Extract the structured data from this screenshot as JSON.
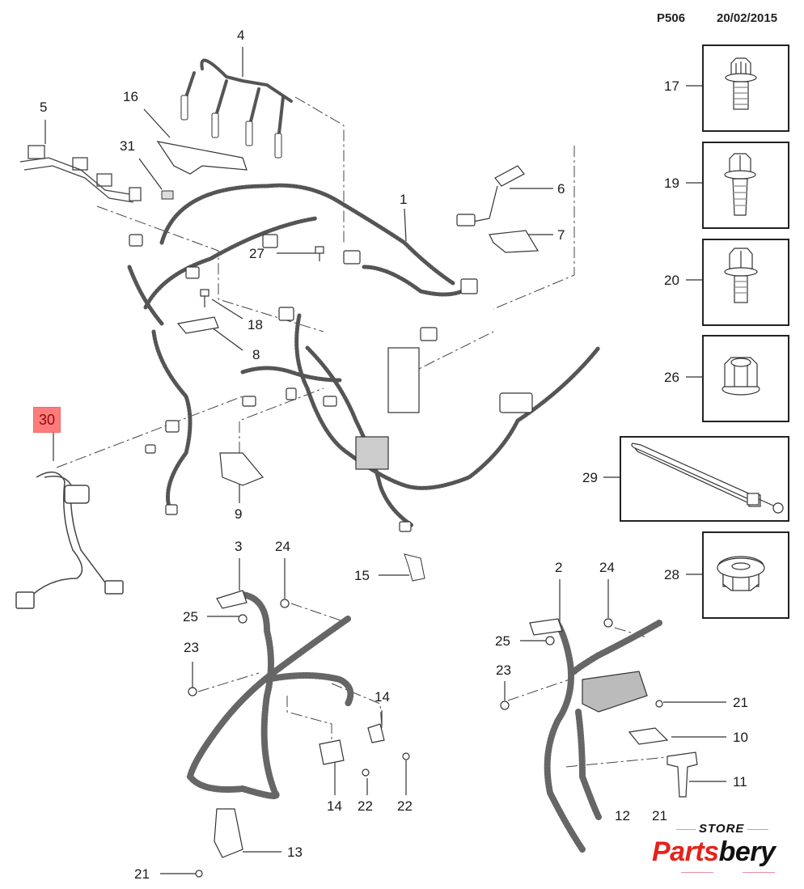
{
  "header": {
    "page_code": "P506",
    "date": "20/02/2015"
  },
  "highlight_color": "#ff7b7b",
  "callouts": {
    "c1": "1",
    "c2": "2",
    "c3": "3",
    "c4": "4",
    "c5": "5",
    "c6": "6",
    "c7": "7",
    "c8": "8",
    "c9": "9",
    "c10": "10",
    "c11": "11",
    "c12": "12",
    "c13": "13",
    "c14a": "14",
    "c14b": "14",
    "c15": "15",
    "c16": "16",
    "c18": "18",
    "c21a": "21",
    "c21b": "21",
    "c21c": "21",
    "c22a": "22",
    "c22b": "22",
    "c23a": "23",
    "c23b": "23",
    "c24a": "24",
    "c24b": "24",
    "c25a": "25",
    "c25b": "25",
    "c27": "27",
    "c30": "30",
    "c31": "31"
  },
  "fastener_boxes": [
    {
      "label": "17",
      "part": "torx-flange-bolt"
    },
    {
      "label": "19",
      "part": "hex-flange-bolt-long"
    },
    {
      "label": "20",
      "part": "hex-flange-bolt"
    },
    {
      "label": "26",
      "part": "hex-flange-nut"
    },
    {
      "label": "29",
      "part": "cable-tie-with-ground-eyelet"
    },
    {
      "label": "28",
      "part": "flange-cap-nut"
    }
  ],
  "logo": {
    "store": "STORE",
    "brand_red": "Parts",
    "brand_black": "bery"
  }
}
